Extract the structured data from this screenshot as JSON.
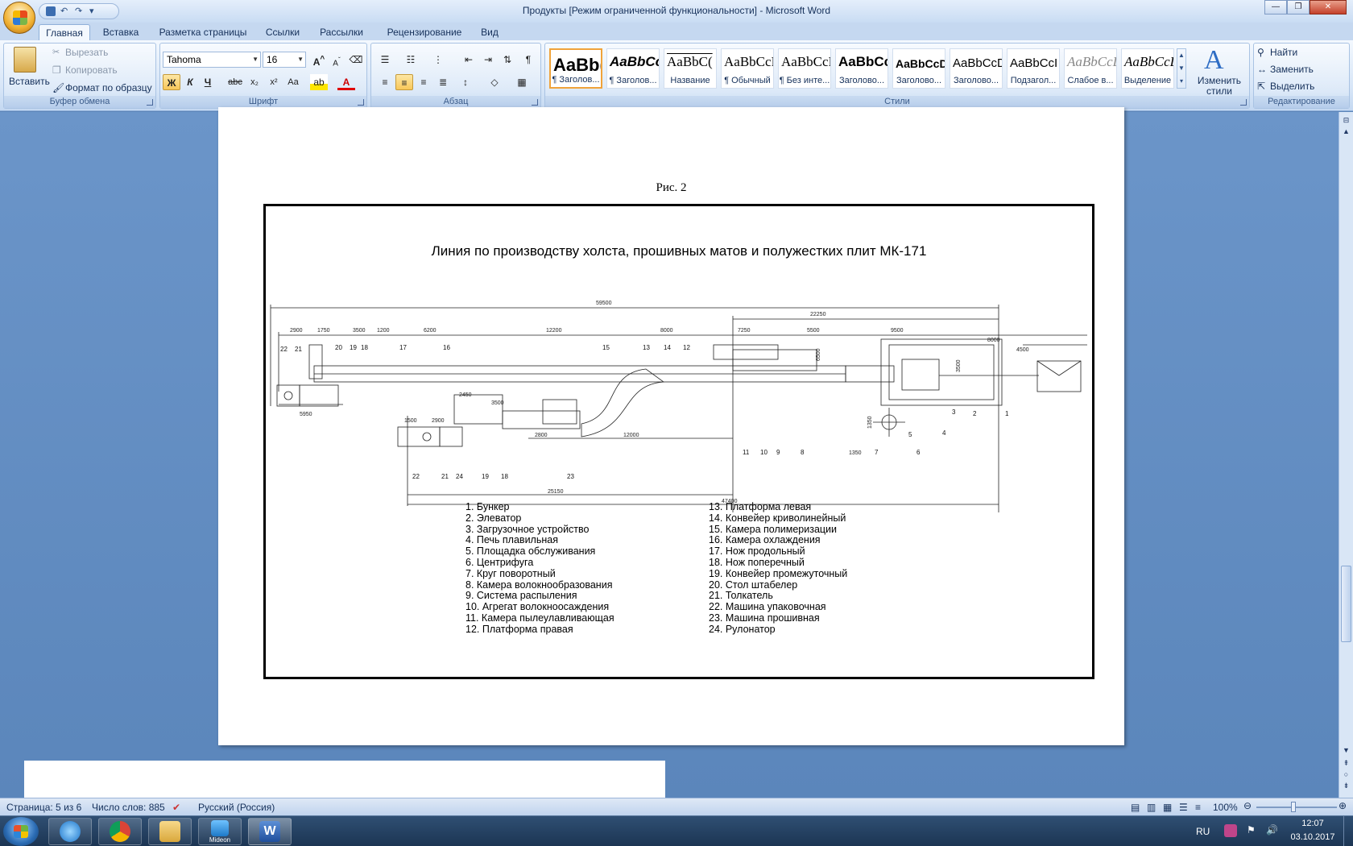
{
  "window": {
    "title": "Продукты [Режим ограниченной функциональности] - Microsoft Word"
  },
  "tabs": [
    "Главная",
    "Вставка",
    "Разметка страницы",
    "Ссылки",
    "Рассылки",
    "Рецензирование",
    "Вид"
  ],
  "ribbon": {
    "clipboard": {
      "label": "Буфер обмена",
      "paste": "Вставить",
      "cut": "Вырезать",
      "copy": "Копировать",
      "format_painter": "Формат по образцу"
    },
    "font": {
      "label": "Шрифт",
      "family": "Tahoma",
      "size": "16"
    },
    "paragraph": {
      "label": "Абзац"
    },
    "styles": {
      "label": "Стили",
      "change_styles": "Изменить стили",
      "items": [
        {
          "sample": "AaBb(",
          "name": "¶ Заголов..."
        },
        {
          "sample": "AaBbCc",
          "name": "¶ Заголов..."
        },
        {
          "sample": "AaBbC(",
          "name": "Название"
        },
        {
          "sample": "AaBbCcI",
          "name": "¶ Обычный"
        },
        {
          "sample": "AaBbCcI",
          "name": "¶ Без инте..."
        },
        {
          "sample": "AaBbCc",
          "name": "Заголово..."
        },
        {
          "sample": "AaBbCcDc",
          "name": "Заголово..."
        },
        {
          "sample": "AaBbCcD",
          "name": "Заголово..."
        },
        {
          "sample": "AaBbCcI",
          "name": "Подзагол..."
        },
        {
          "sample": "AaBbCcL",
          "name": "Слабое в..."
        },
        {
          "sample": "AaBbCcL",
          "name": "Выделение"
        }
      ]
    },
    "editing": {
      "label": "Редактирование",
      "find": "Найти",
      "replace": "Заменить",
      "select": "Выделить"
    }
  },
  "document": {
    "caption": "Рис. 2",
    "figure_title": "Линия по производству холста, прошивных матов и полужестких плит МК-171",
    "dims": [
      "59500",
      "2900",
      "1750",
      "3500",
      "1200",
      "6200",
      "12200",
      "8000",
      "22250",
      "7250",
      "5500",
      "9500",
      "8000",
      "4500",
      "6500",
      "3500",
      "1350",
      "1350",
      "5950",
      "2450",
      "3500",
      "1500",
      "2900",
      "2800",
      "12000",
      "25150",
      "47400"
    ],
    "callouts": [
      "22",
      "21",
      "20",
      "19",
      "18",
      "17",
      "16",
      "15",
      "13",
      "14",
      "12",
      "11",
      "10",
      "9",
      "8",
      "7",
      "6",
      "5",
      "4",
      "3",
      "2",
      "1",
      "22",
      "21",
      "24",
      "19",
      "18",
      "23"
    ],
    "legend_left": [
      "1. Бункер",
      "2. Элеватор",
      "3. Загрузочное устройство",
      "4. Печь плавильная",
      "5. Площадка обслуживания",
      "6. Центрифуга",
      "7. Круг поворотный",
      "8. Камера волокнообразования",
      "9. Система распыления",
      "10. Агрегат волокноосаждения",
      "11. Камера пылеулавливающая",
      "12. Платформа правая"
    ],
    "legend_right": [
      "13. Платформа левая",
      "14. Конвейер криволинейный",
      "15. Камера полимеризации",
      "16. Камера охлаждения",
      "17. Нож продольный",
      "18. Нож поперечный",
      "19. Конвейер промежуточный",
      "20. Стол штабелер",
      " 21. Толкатель",
      "22. Машина упаковочная",
      "23. Машина прошивная",
      "24. Рулонатор"
    ]
  },
  "status": {
    "page": "Страница: 5 из 6",
    "words": "Число слов: 885",
    "language": "Русский (Россия)",
    "zoom": "100%"
  },
  "taskbar": {
    "lang": "RU",
    "time": "12:07",
    "date": "03.10.2017",
    "apps": [
      "Internet Explorer",
      "Google Chrome",
      "Explorer",
      "Mideon",
      "Microsoft Word"
    ],
    "mideon_label": "Mideon"
  }
}
